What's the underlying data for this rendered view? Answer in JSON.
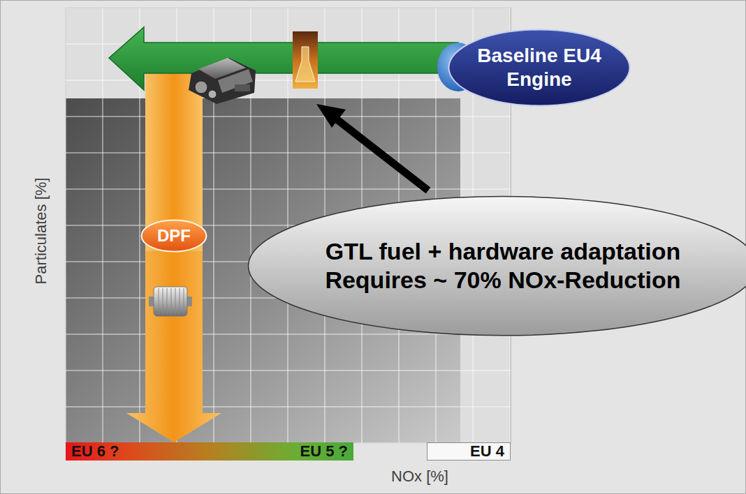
{
  "diagram": {
    "nodes": [
      {
        "text": [
          "Baseline EU4 Engine"
        ]
      },
      {
        "text": [
          "DPF"
        ]
      },
      {
        "text": [
          "GTL fuel + hardware adaptation Requires ~ 70% NOx-Reduction"
        ]
      },
      {
        "text": [
          "EU 6 ?",
          "EU 5 ?"
        ]
      },
      {
        "text": [
          "EU 4"
        ]
      }
    ],
    "edges": [
      {
        "from": 1,
        "to": 3,
        "arrow": "to"
      }
    ],
    "labels": [
      "Particulates [%]",
      "NOx [%]"
    ]
  }
}
